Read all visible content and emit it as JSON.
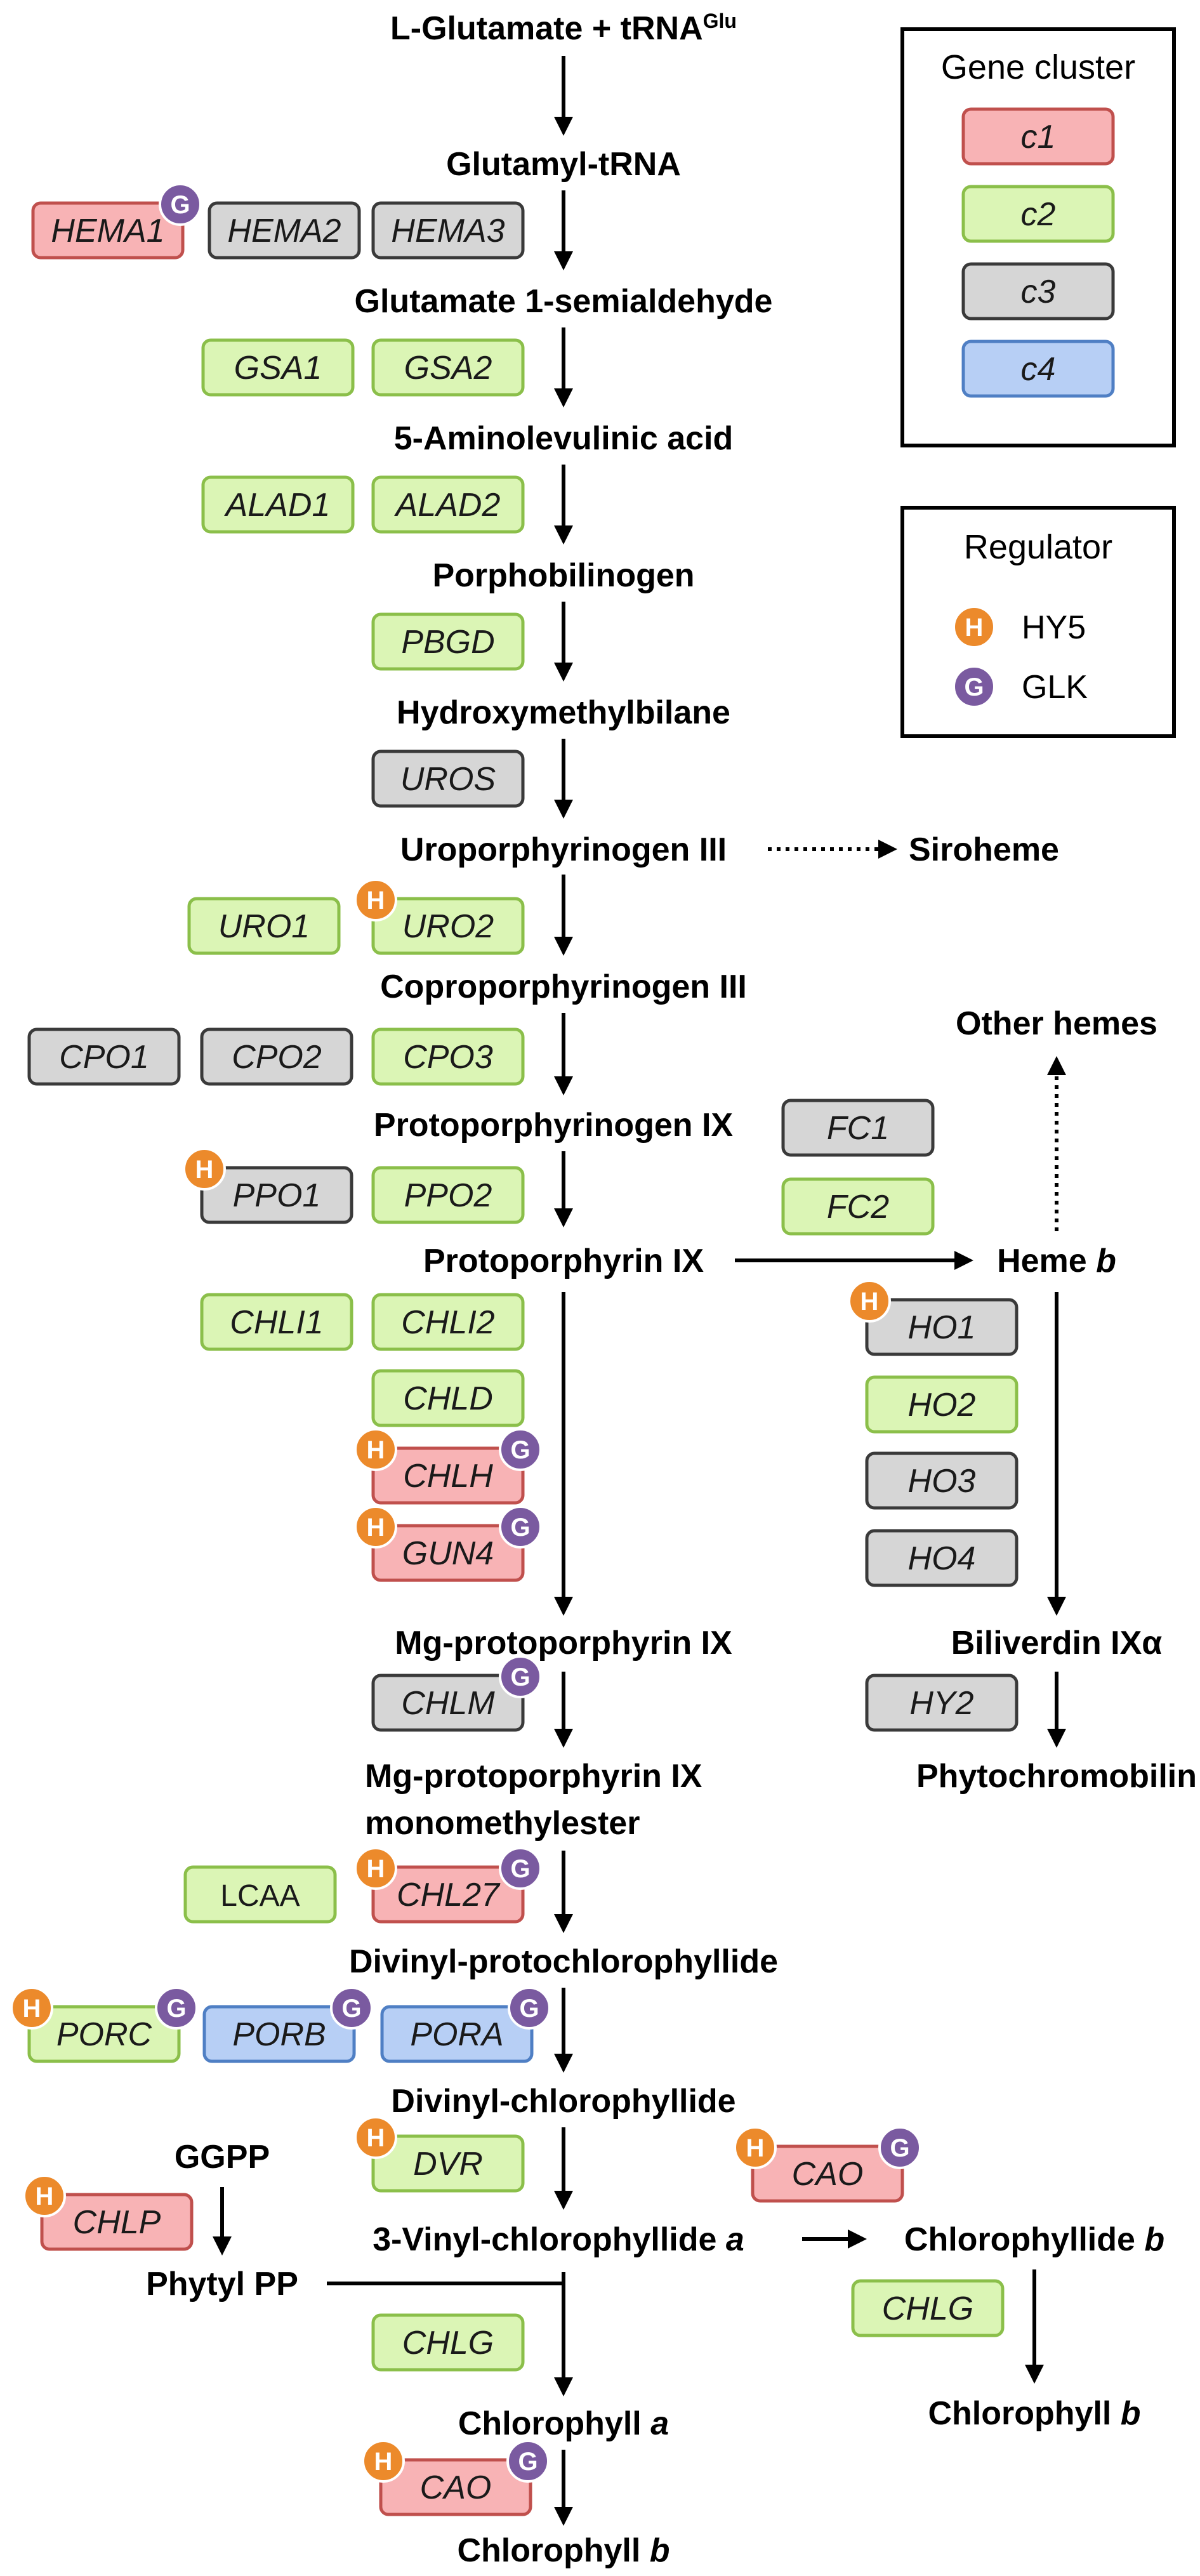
{
  "colors": {
    "c1": {
      "fill": "#f8b3b5",
      "stroke": "#c0504d"
    },
    "c2": {
      "fill": "#dbf5b5",
      "stroke": "#8bbf4a"
    },
    "c3": {
      "fill": "#d6d6d6",
      "stroke": "#3a3a3a"
    },
    "c4": {
      "fill": "#b7cff5",
      "stroke": "#4f7fc4"
    },
    "hy5": "#ec8a2b",
    "glk": "#7a5aa0"
  },
  "metabolites": {
    "glutamate_trna": {
      "main": "L-Glutamate + tRNA",
      "sup": "Glu"
    },
    "glutamyl_trna": "Glutamyl-tRNA",
    "glutamate_semialdehyde": "Glutamate 1-semialdehyde",
    "aminolevulinic": "5-Aminolevulinic acid",
    "porphobilinogen": "Porphobilinogen",
    "hydroxymethylbilane": "Hydroxymethylbilane",
    "uroporphyrinogen": "Uroporphyrinogen III",
    "siroheme": "Siroheme",
    "coproporphyrinogen": "Coproporphyrinogen III",
    "other_hemes": "Other hemes",
    "protoporphyrinogen": "Protoporphyrinogen IX",
    "protoporphyrin": "Protoporphyrin IX",
    "heme_b": {
      "main": "Heme ",
      "italic": "b"
    },
    "mg_protoporphyrin": "Mg-protoporphyrin IX",
    "biliverdin": "Biliverdin IXα",
    "phytochromobilin": "Phytochromobilin",
    "mg_proto_mme_1": "Mg-protoporphyrin IX",
    "mg_proto_mme_2": "monomethylester",
    "divinyl_protochlorophyllide": "Divinyl-protochlorophyllide",
    "divinyl_chlorophyllide": "Divinyl-chlorophyllide",
    "ggpp": "GGPP",
    "vinyl_chlorophyllide_a": {
      "main": "3-Vinyl-chlorophyllide ",
      "italic": "a"
    },
    "chlorophyllide_b": {
      "main": "Chlorophyllide ",
      "italic": "b"
    },
    "phytyl_pp": "Phytyl PP",
    "chlorophyll_a": {
      "main": "Chlorophyll ",
      "italic": "a"
    },
    "chlorophyll_b_right": {
      "main": "Chlorophyll ",
      "italic": "b"
    },
    "chlorophyll_b_bottom": {
      "main": "Chlorophyll ",
      "italic": "b"
    }
  },
  "genes": {
    "HEMA1": "HEMA1",
    "HEMA2": "HEMA2",
    "HEMA3": "HEMA3",
    "GSA1": "GSA1",
    "GSA2": "GSA2",
    "ALAD1": "ALAD1",
    "ALAD2": "ALAD2",
    "PBGD": "PBGD",
    "UROS": "UROS",
    "URO1": "URO1",
    "URO2": "URO2",
    "CPO1": "CPO1",
    "CPO2": "CPO2",
    "CPO3": "CPO3",
    "FC1": "FC1",
    "FC2": "FC2",
    "PPO1": "PPO1",
    "PPO2": "PPO2",
    "CHLI1": "CHLI1",
    "CHLI2": "CHLI2",
    "HO1": "HO1",
    "HO2": "HO2",
    "HO3": "HO3",
    "HO4": "HO4",
    "CHLD": "CHLD",
    "CHLH": "CHLH",
    "GUN4": "GUN4",
    "HY2": "HY2",
    "CHLM": "CHLM",
    "LCAA": "LCAA",
    "CHL27": "CHL27",
    "PORC": "PORC",
    "PORB": "PORB",
    "PORA": "PORA",
    "DVR": "DVR",
    "CAO_top": "CAO",
    "CHLP": "CHLP",
    "CHLG_right": "CHLG",
    "CHLG_mid": "CHLG",
    "CAO_bottom": "CAO"
  },
  "badges": {
    "hy5": "H",
    "glk": "G"
  },
  "legend": {
    "cluster_title": "Gene cluster",
    "clusters": [
      "c1",
      "c2",
      "c3",
      "c4"
    ],
    "regulator_title": "Regulator",
    "regulators": [
      {
        "badge": "H",
        "label": "HY5"
      },
      {
        "badge": "G",
        "label": "GLK"
      }
    ]
  }
}
